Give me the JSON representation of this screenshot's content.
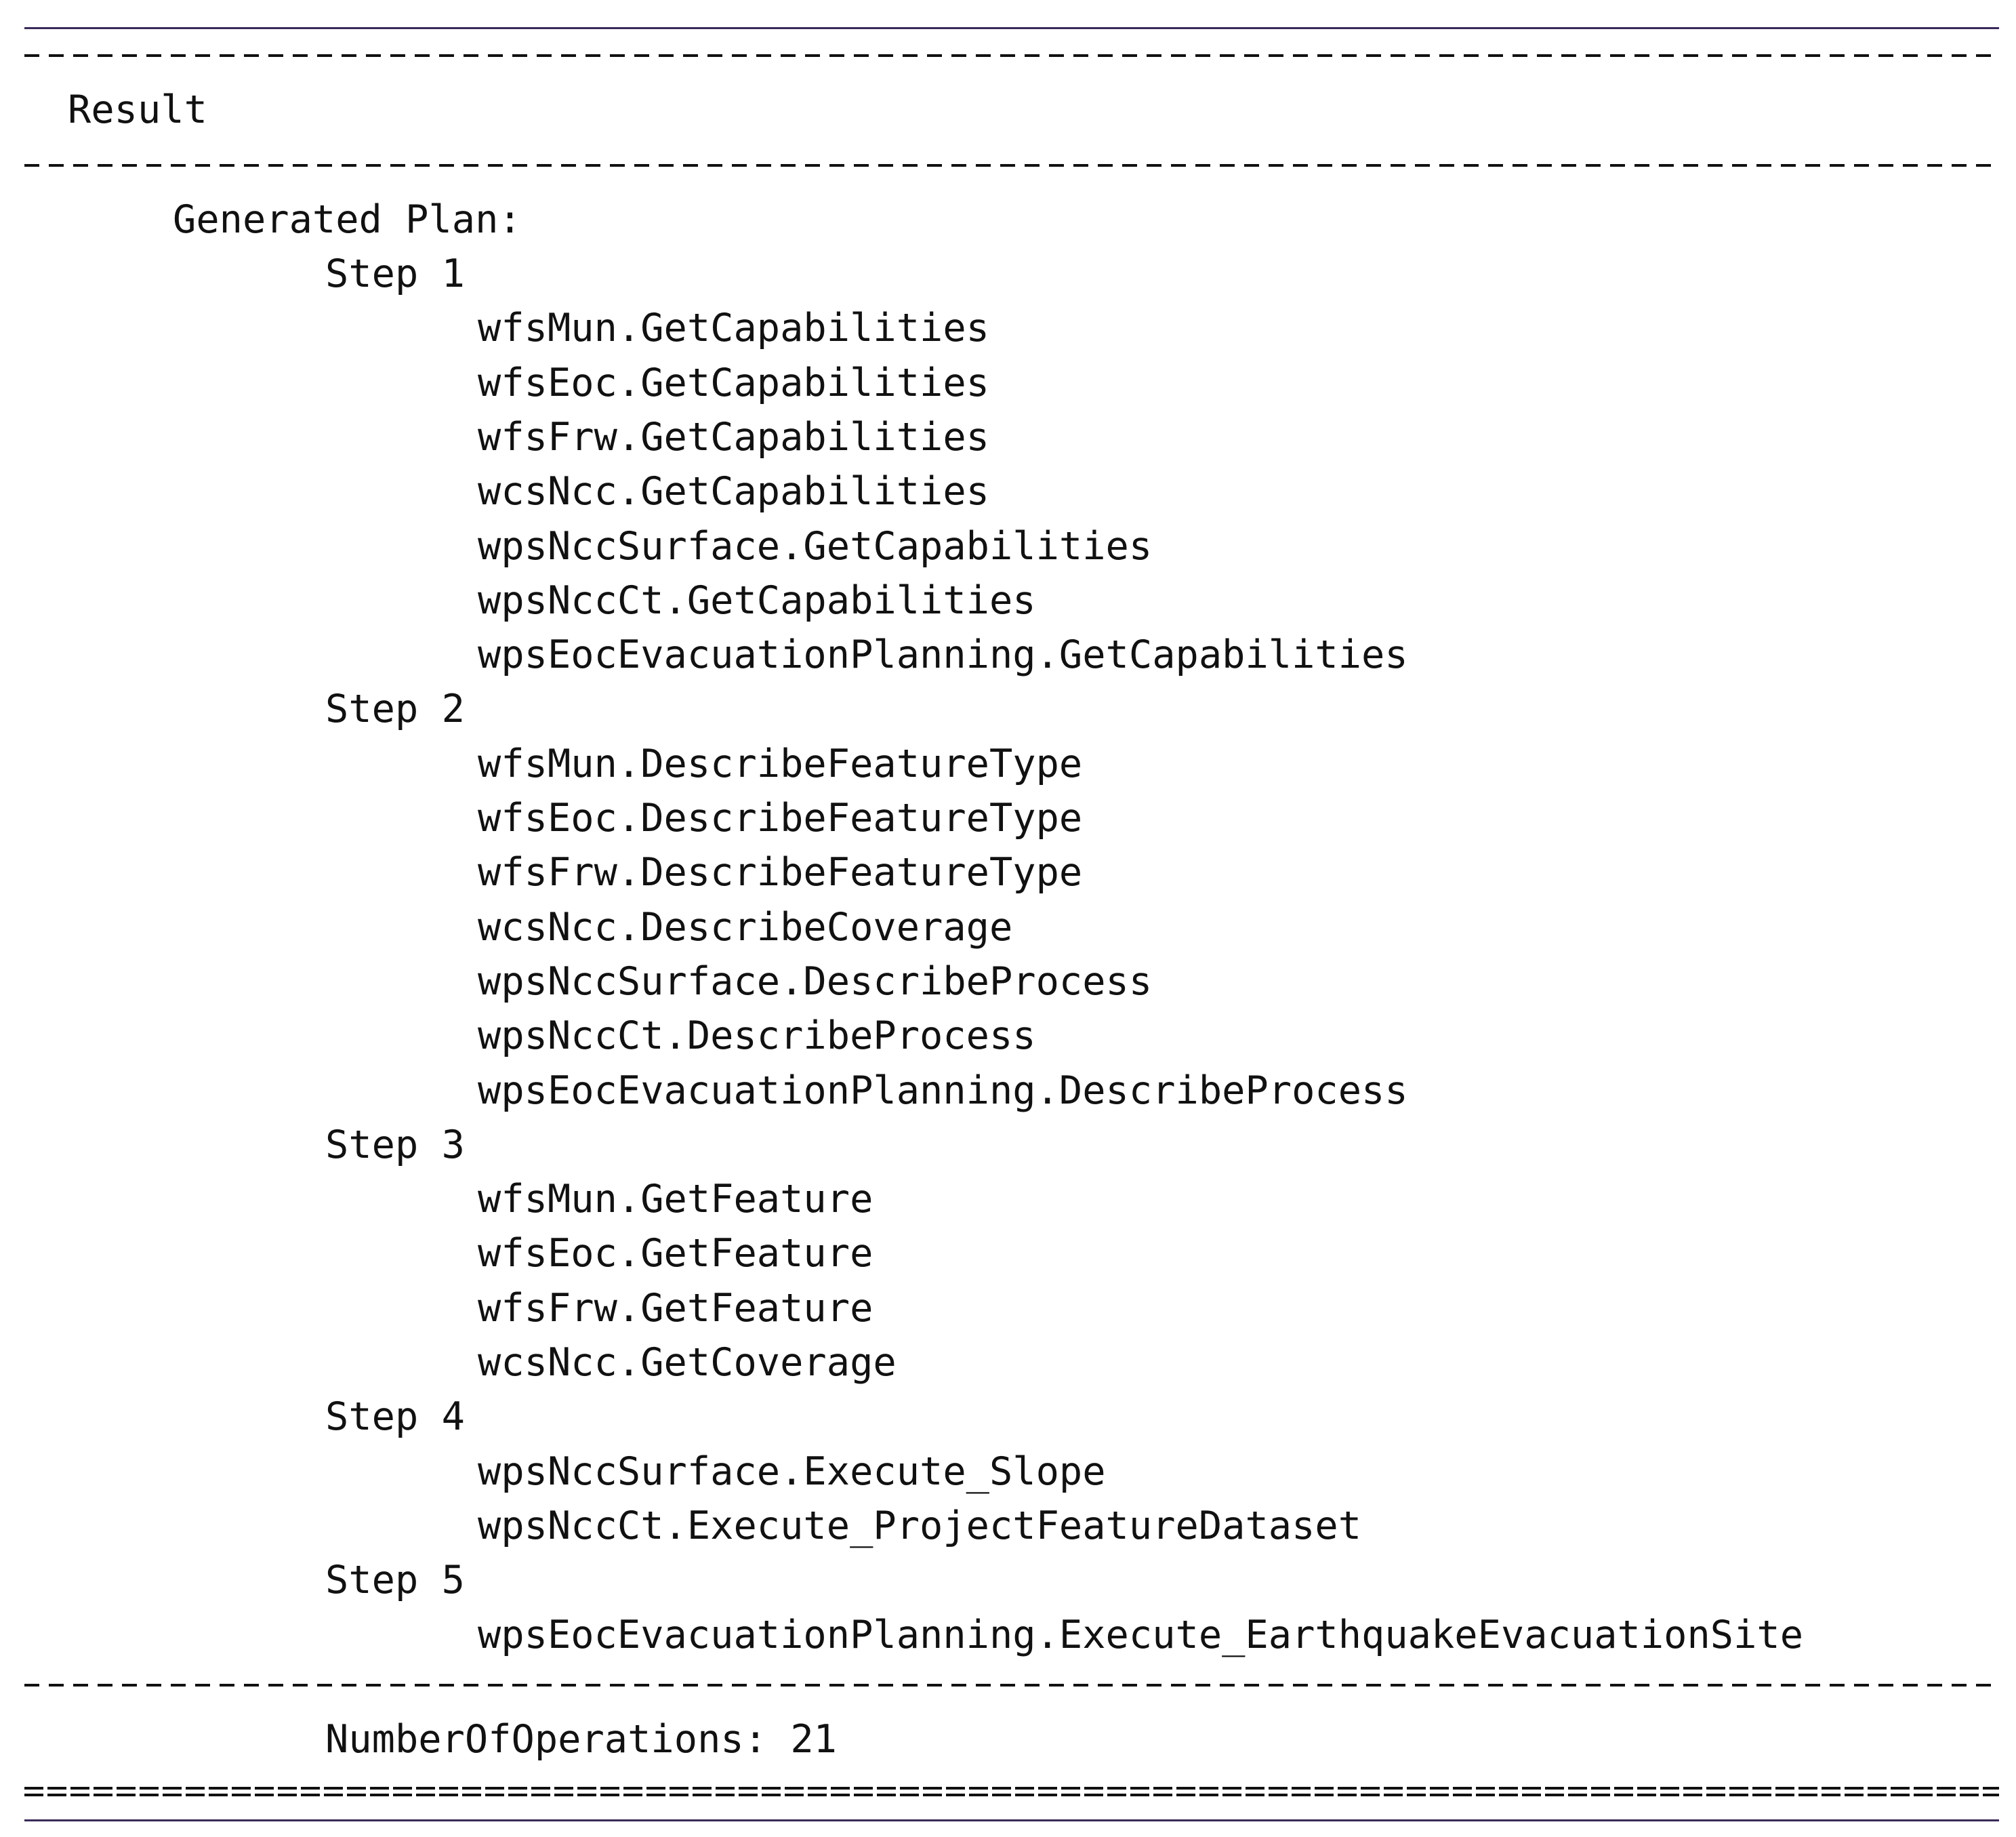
{
  "header": {
    "title": "Result"
  },
  "plan": {
    "heading": "Generated Plan:",
    "steps": [
      {
        "label": "Step 1",
        "operations": [
          "wfsMun.GetCapabilities",
          "wfsEoc.GetCapabilities",
          "wfsFrw.GetCapabilities",
          "wcsNcc.GetCapabilities",
          "wpsNccSurface.GetCapabilities",
          "wpsNccCt.GetCapabilities",
          "wpsEocEvacuationPlanning.GetCapabilities"
        ]
      },
      {
        "label": "Step 2",
        "operations": [
          "wfsMun.DescribeFeatureType",
          "wfsEoc.DescribeFeatureType",
          "wfsFrw.DescribeFeatureType",
          "wcsNcc.DescribeCoverage",
          "wpsNccSurface.DescribeProcess",
          "wpsNccCt.DescribeProcess",
          "wpsEocEvacuationPlanning.DescribeProcess"
        ]
      },
      {
        "label": "Step 3",
        "operations": [
          "wfsMun.GetFeature",
          "wfsEoc.GetFeature",
          "wfsFrw.GetFeature",
          "wcsNcc.GetCoverage"
        ]
      },
      {
        "label": "Step 4",
        "operations": [
          "wpsNccSurface.Execute_Slope",
          "wpsNccCt.Execute_ProjectFeatureDataset"
        ]
      },
      {
        "label": "Step 5",
        "operations": [
          "wpsEocEvacuationPlanning.Execute_EarthquakeEvacuationSite"
        ]
      }
    ]
  },
  "footer": {
    "summary": "NumberOfOperations: 21"
  },
  "colors": {
    "rule": "#3a2a5a",
    "text": "#111111",
    "background": "#ffffff"
  }
}
